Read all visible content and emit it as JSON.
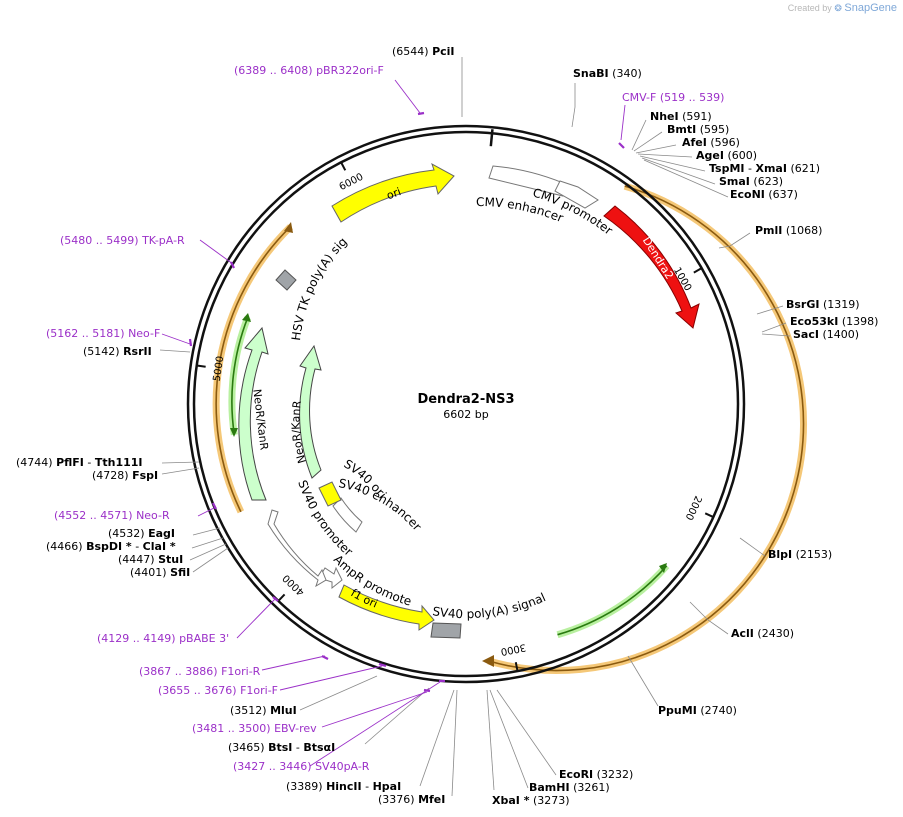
{
  "watermark": {
    "prefix": "Created by",
    "brand": "SnapGene"
  },
  "plasmid": {
    "name": "Dendra2-NS3",
    "length_label": "6602 bp",
    "length": 6602
  },
  "colors": {
    "backbone": "#000000",
    "primer": "#9b30c8",
    "site_line": "#888888"
  },
  "ticks": [
    {
      "bp": 1000,
      "label": "1000"
    },
    {
      "bp": 2000,
      "label": "2000"
    },
    {
      "bp": 3000,
      "label": "3000"
    },
    {
      "bp": 4000,
      "label": "4000"
    },
    {
      "bp": 5000,
      "label": "5000"
    },
    {
      "bp": 6000,
      "label": "6000"
    }
  ],
  "features": [
    {
      "name": "CMV enhancer",
      "type": "promoter",
      "color": "#ffffff"
    },
    {
      "name": "CMV promoter",
      "type": "promoter",
      "color": "#ffffff"
    },
    {
      "name": "Dendra2",
      "type": "cds",
      "color": "#ee0000"
    },
    {
      "name": "SV40 poly(A) signal",
      "type": "terminator",
      "color": "#a0a4a8"
    },
    {
      "name": "f1 ori",
      "type": "rep_origin",
      "color": "#ffff00"
    },
    {
      "name": "AmpR promoter",
      "type": "promoter",
      "color": "#ffffff"
    },
    {
      "name": "SV40 promoter",
      "type": "promoter",
      "color": "#ffffff"
    },
    {
      "name": "SV40 enhancer",
      "type": "promoter",
      "color": "#ffffff"
    },
    {
      "name": "SV40 ori",
      "type": "rep_origin",
      "color": "#ffff00"
    },
    {
      "name": "NeoR/KanR",
      "type": "cds",
      "color": "#ccffcc"
    },
    {
      "name": "NeoR/KanR",
      "type": "cds",
      "color": "#ccffcc"
    },
    {
      "name": "HSV TK poly(A) signal",
      "type": "terminator",
      "color": "#a0a4a8"
    },
    {
      "name": "ori",
      "type": "rep_origin",
      "color": "#ffff00"
    }
  ],
  "orfs": [
    {
      "name": "ORF large",
      "color": "#f5a623"
    },
    {
      "name": "ORF green",
      "color": "#2a8a1a"
    },
    {
      "name": "ORF left",
      "color": "#f5a623"
    },
    {
      "name": "ORF left inner",
      "color": "#2a8a1a"
    }
  ],
  "site_labels": [
    {
      "pos": "(6544)",
      "name": "PciI"
    },
    {
      "pos": "(340)",
      "name": "SnaBI"
    },
    {
      "pos": "(591)",
      "name": "NheI"
    },
    {
      "pos": "(595)",
      "name": "BmtI"
    },
    {
      "pos": "(596)",
      "name": "AfeI"
    },
    {
      "pos": "(600)",
      "name": "AgeI"
    },
    {
      "pos": "(621)",
      "name": "TspMI",
      "name2": "XmaI"
    },
    {
      "pos": "(623)",
      "name": "SmaI"
    },
    {
      "pos": "(637)",
      "name": "EcoNI"
    },
    {
      "pos": "(1068)",
      "name": "PmlI"
    },
    {
      "pos": "(1319)",
      "name": "BsrGI"
    },
    {
      "pos": "(1398)",
      "name": "Eco53kI"
    },
    {
      "pos": "(1400)",
      "name": "SacI"
    },
    {
      "pos": "(2153)",
      "name": "BlpI"
    },
    {
      "pos": "(2430)",
      "name": "AclI"
    },
    {
      "pos": "(2740)",
      "name": "PpuMI"
    },
    {
      "pos": "(3232)",
      "name": "EcoRI"
    },
    {
      "pos": "(3261)",
      "name": "BamHI"
    },
    {
      "pos": "(3273)",
      "name": "XbaI *"
    },
    {
      "pos": "(3376)",
      "name": "MfeI"
    },
    {
      "pos": "(3389)",
      "name": "HincII",
      "name2": "HpaI"
    },
    {
      "pos": "(3465)",
      "name": "BtsI",
      "name2": "BtsαI"
    },
    {
      "pos": "(3512)",
      "name": "MluI"
    },
    {
      "pos": "(4401)",
      "name": "SfiI"
    },
    {
      "pos": "(4447)",
      "name": "StuI"
    },
    {
      "pos": "(4466)",
      "name": "BspDI *",
      "name2": "ClaI *"
    },
    {
      "pos": "(4532)",
      "name": "EagI"
    },
    {
      "pos": "(4728)",
      "name": "FspI"
    },
    {
      "pos": "(4744)",
      "name": "PflFI",
      "name2": "Tth111I"
    },
    {
      "pos": "(5142)",
      "name": "RsrII"
    }
  ],
  "primer_labels": [
    {
      "range": "(6389 .. 6408)",
      "name": "pBR322ori-F"
    },
    {
      "range": "(519 .. 539)",
      "name": "CMV-F"
    },
    {
      "range": "(5480 .. 5499)",
      "name": "TK-pA-R"
    },
    {
      "range": "(5162 .. 5181)",
      "name": "Neo-F"
    },
    {
      "range": "(4552 .. 4571)",
      "name": "Neo-R"
    },
    {
      "range": "(4129 .. 4149)",
      "name": "pBABE 3'"
    },
    {
      "range": "(3867 .. 3886)",
      "name": "F1ori-R"
    },
    {
      "range": "(3655 .. 3676)",
      "name": "F1ori-F"
    },
    {
      "range": "(3481 .. 3500)",
      "name": "EBV-rev"
    },
    {
      "range": "(3427 .. 3446)",
      "name": "SV40pA-R"
    }
  ]
}
